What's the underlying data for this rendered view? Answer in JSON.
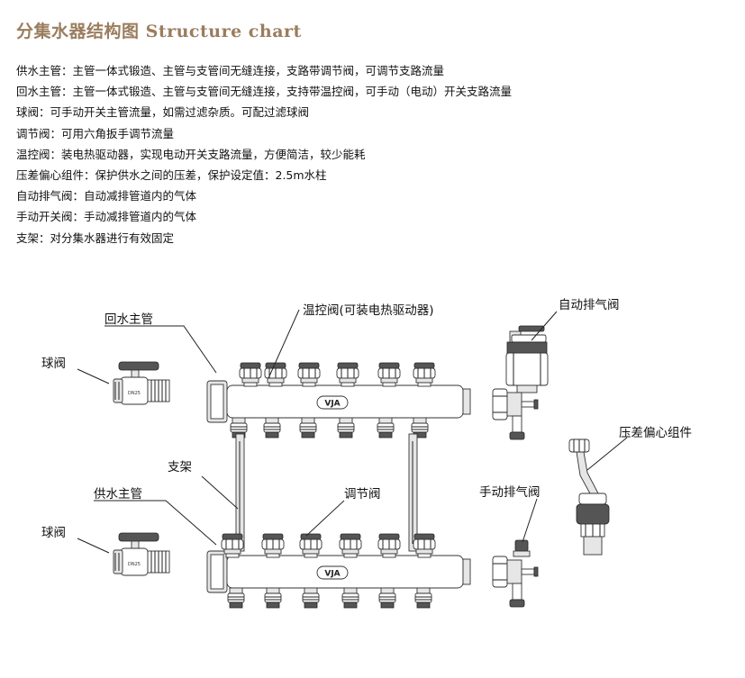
{
  "title": "分集水器结构图  Structure chart",
  "descriptions": [
    "供水主管：主管一体式锻造、主管与支管间无缝连接，支路带调节阀，可调节支路流量",
    "回水主管：主管一体式锻造、主管与支管间无缝连接，支持带温控阀，可手动（电动）开关支路流量",
    "球阀：可手动开关主管流量，如需过滤杂质。可配过滤球阀",
    "调节阀：可用六角扳手调节流量",
    "温控阀：装电热驱动器，实现电动开关支路流量，方便简洁，较少能耗",
    "压差偏心组件：保护供水之间的压差，保护设定值：2.5m水柱",
    "自动排气阀：自动减排管道内的气体",
    "手动开关阀：手动减排管道内的气体",
    "支架：对分集水器进行有效固定"
  ],
  "diagram": {
    "labels": {
      "return_main": "回水主管",
      "thermo_valve": "温控阀(可装电热驱动器)",
      "auto_vent": "自动排气阀",
      "ball_valve_top": "球阀",
      "pressure_bypass": "压差偏心组件",
      "bracket": "支架",
      "supply_main": "供水主管",
      "regulating_valve": "调节阀",
      "manual_vent": "手动排气阀",
      "ball_valve_bottom": "球阀"
    },
    "logo": "VJA",
    "valve_stamp": "DN25"
  }
}
